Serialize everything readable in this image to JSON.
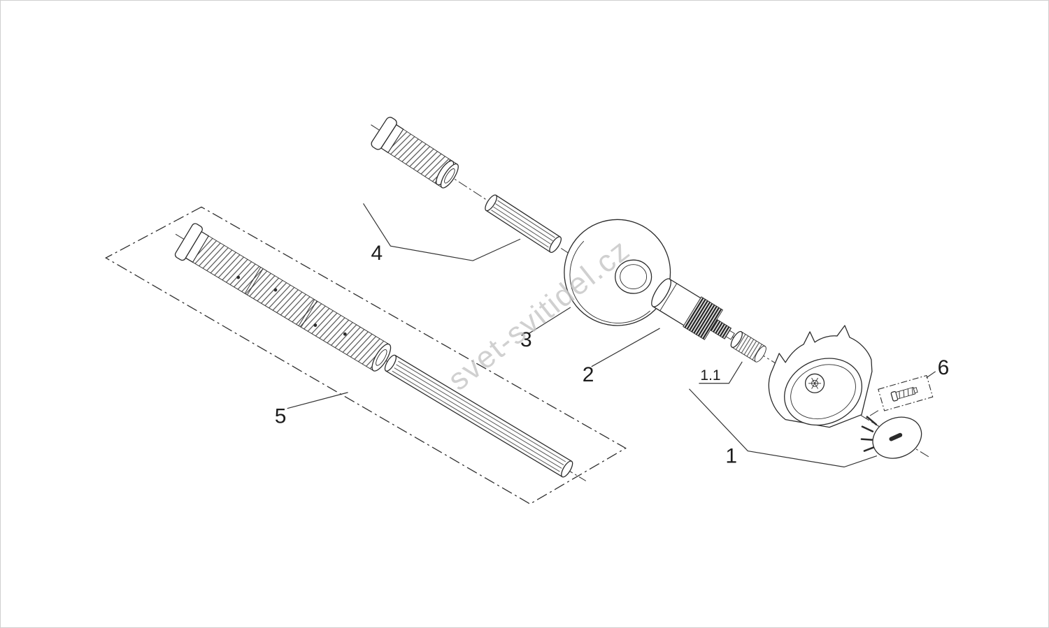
{
  "diagram": {
    "watermark": "svet-svitidel.cz",
    "callouts": {
      "c1": "1",
      "c1_1": "1.1",
      "c2": "2",
      "c3": "3",
      "c4": "4",
      "c5": "5",
      "c6": "6"
    },
    "colors": {
      "line": "#2b2b2b",
      "axis": "#3c3c3c",
      "watermark": "#c5c5c5",
      "background": "#ffffff",
      "border": "#cfcfcf"
    }
  }
}
